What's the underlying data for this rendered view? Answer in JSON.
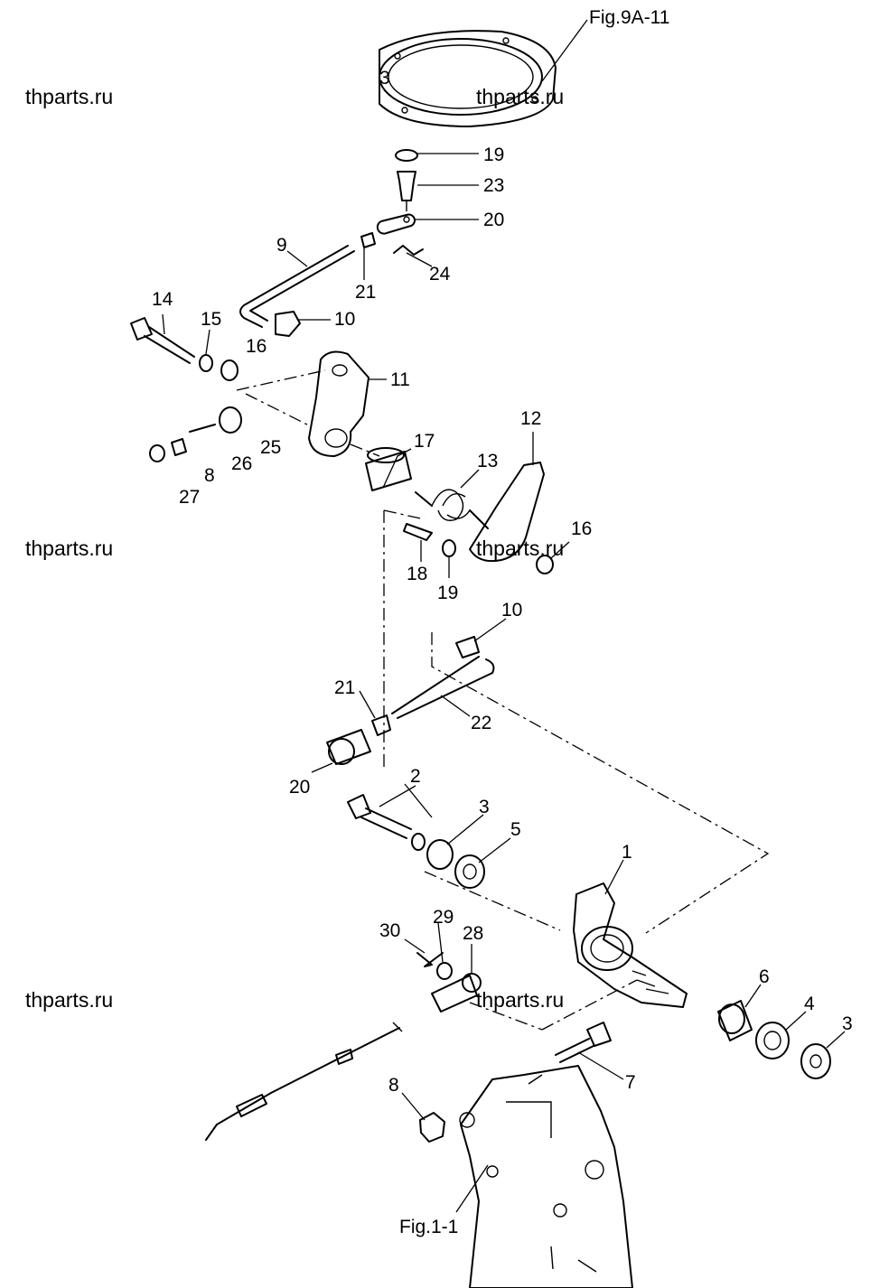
{
  "figure_refs": {
    "top": "Fig.9A-11",
    "bottom": "Fig.1-1"
  },
  "watermark": "thparts.ru",
  "callouts": {
    "c1": "1",
    "c2": "2",
    "c3a": "3",
    "c3b": "3",
    "c3c": "3",
    "c4": "4",
    "c5": "5",
    "c6": "6",
    "c7": "7",
    "c8a": "8",
    "c8b": "8",
    "c9": "9",
    "c10a": "10",
    "c10b": "10",
    "c11": "11",
    "c12": "12",
    "c13": "13",
    "c14": "14",
    "c15": "15",
    "c16a": "16",
    "c16b": "16",
    "c17": "17",
    "c18": "18",
    "c19a": "19",
    "c19b": "19",
    "c20a": "20",
    "c20b": "20",
    "c21a": "21",
    "c21b": "21",
    "c22": "22",
    "c23": "23",
    "c24": "24",
    "c25": "25",
    "c26": "26",
    "c27": "27",
    "c28": "28",
    "c29": "29",
    "c30": "30"
  }
}
